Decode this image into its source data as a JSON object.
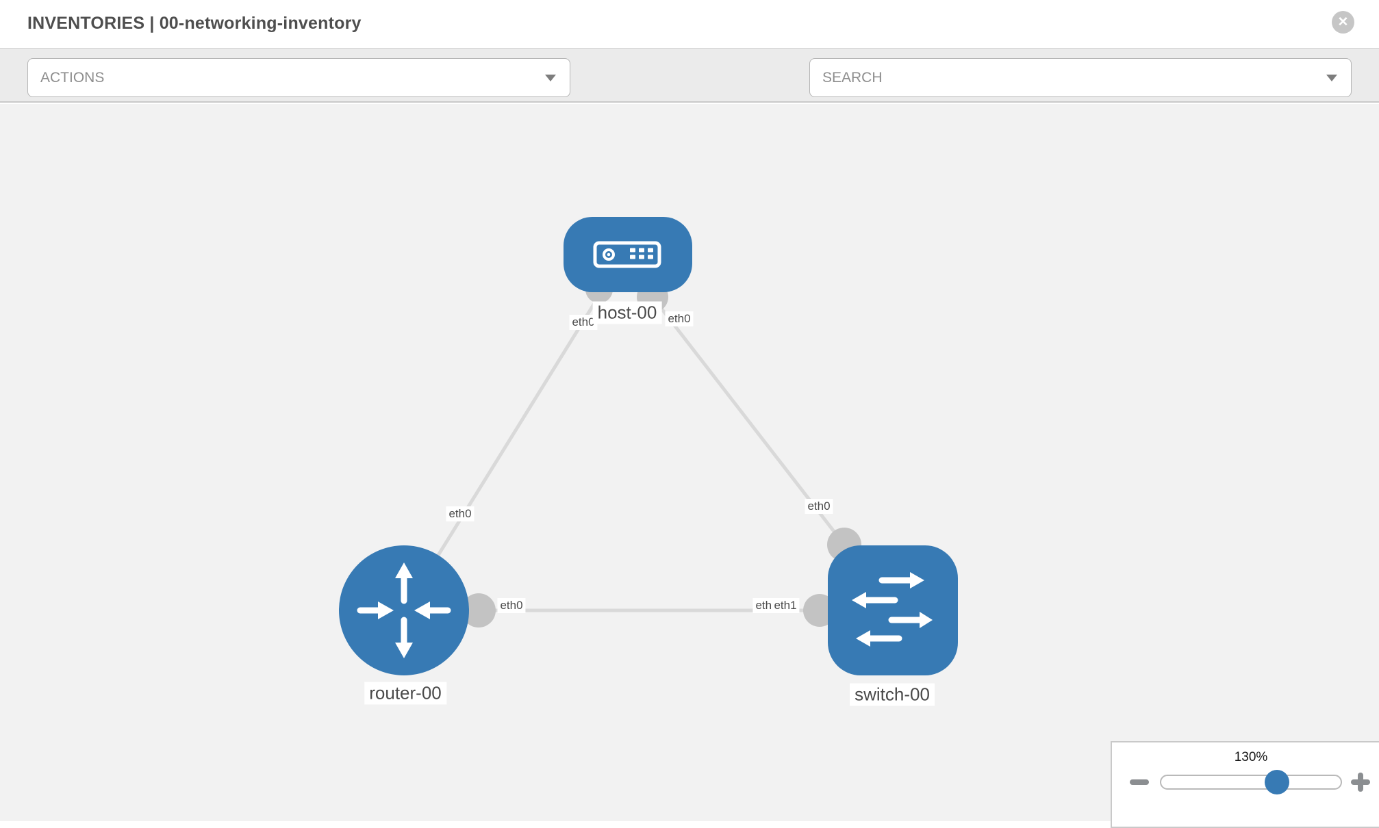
{
  "header": {
    "title": "INVENTORIES | 00-networking-inventory"
  },
  "toolbar": {
    "actions_label": "ACTIONS",
    "search_label": "SEARCH",
    "icons": [
      "wrench-icon",
      "key-icon"
    ]
  },
  "topology": {
    "nodes": [
      {
        "id": "host-00",
        "type": "host",
        "label": "host-00"
      },
      {
        "id": "router-00",
        "type": "router",
        "label": "router-00"
      },
      {
        "id": "switch-00",
        "type": "switch",
        "label": "switch-00"
      }
    ],
    "links": [
      {
        "source": "router-00",
        "target": "host-00",
        "source_interface": "eth0",
        "target_interface": "eth0"
      },
      {
        "source": "switch-00",
        "target": "host-00",
        "source_interface": "eth0",
        "target_interface": "eth0"
      },
      {
        "source": "router-00",
        "target": "switch-00",
        "source_interface": "eth0",
        "target_interface": "eth1"
      }
    ],
    "interface_labels": [
      {
        "text": "eth0"
      },
      {
        "text": "eth0"
      },
      {
        "text": "eth0"
      },
      {
        "text": "eth0"
      },
      {
        "text": "eth0"
      },
      {
        "text": "eth0"
      },
      {
        "text": "eth1"
      }
    ]
  },
  "zoom_control": {
    "level": "130%"
  },
  "colors": {
    "node_blue": "#377ab4",
    "link_gray": "#d9d9d9",
    "connector_gray": "#c3c3c3",
    "canvas_bg": "#f2f2f2",
    "toolbar_bg": "#ebebeb"
  }
}
